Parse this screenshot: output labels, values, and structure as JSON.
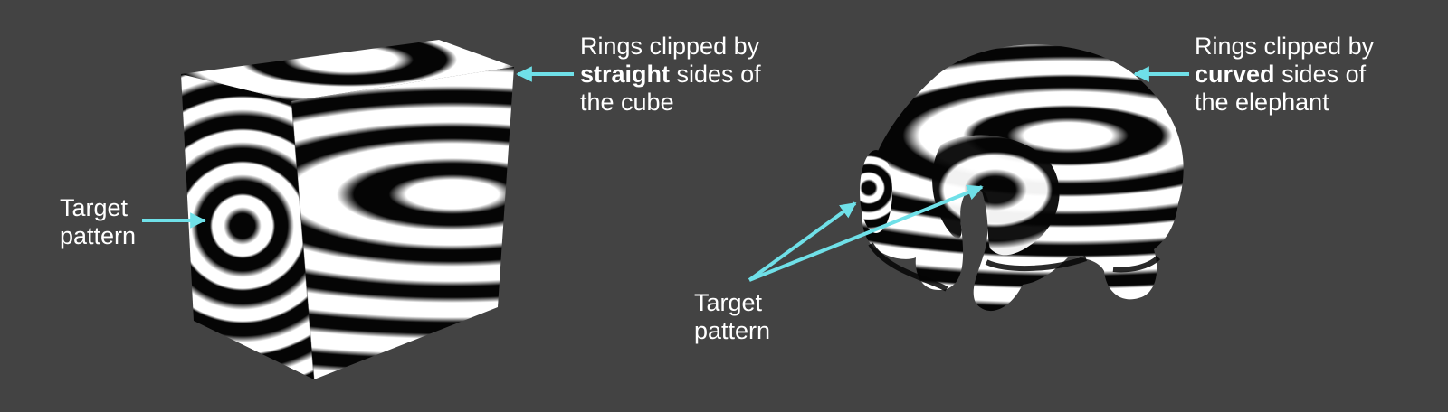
{
  "colors": {
    "background": "#434343",
    "arrow": "#6fe0e8",
    "stripe_dark": "#050505",
    "stripe_light": "#ffffff",
    "text": "#ffffff"
  },
  "objects": [
    {
      "name": "cube",
      "pattern": "concentric-rings"
    },
    {
      "name": "elephant",
      "pattern": "concentric-rings"
    }
  ],
  "cube_labels": {
    "target": {
      "line1": "Target",
      "line2": "pattern"
    },
    "clipped": {
      "pre": "Rings clipped by",
      "bold": "straight",
      "mid": "sides of",
      "post": "the cube"
    }
  },
  "elephant_labels": {
    "target": {
      "line1": "Target",
      "line2": "pattern"
    },
    "clipped": {
      "pre": "Rings clipped by",
      "bold": "curved",
      "mid": "sides of",
      "post": "the elephant"
    }
  }
}
